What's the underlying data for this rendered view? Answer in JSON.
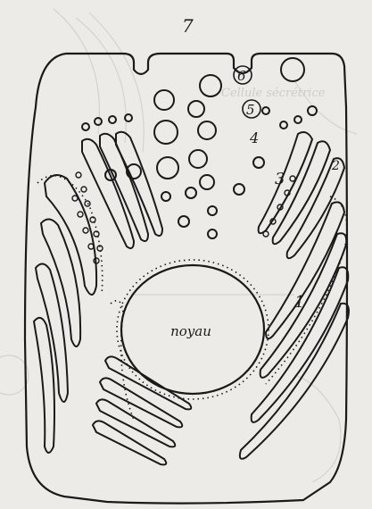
{
  "diagram": {
    "nucleus_label": "noyau",
    "labels": [
      {
        "id": "label-1",
        "text": "1"
      },
      {
        "id": "label-2",
        "text": "2"
      },
      {
        "id": "label-3",
        "text": "3"
      },
      {
        "id": "label-4",
        "text": "4"
      },
      {
        "id": "label-5",
        "text": "5"
      },
      {
        "id": "label-6",
        "text": "6"
      },
      {
        "id": "label-7",
        "text": "7"
      }
    ],
    "background_watermark_text": "Cellule sécrétrice",
    "colors": {
      "paper": "#ecebe7",
      "ink": "#1a1a1a",
      "faint": "#cfcfcb"
    }
  }
}
